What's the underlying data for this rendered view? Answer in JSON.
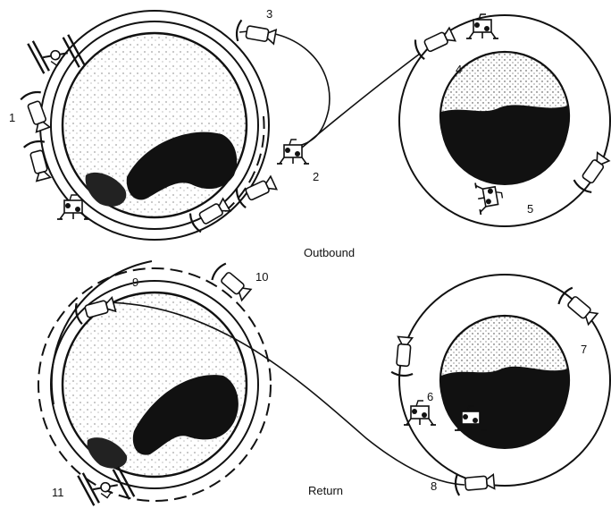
{
  "captions": {
    "outbound": "Outbound",
    "return": "Return"
  },
  "labels": {
    "s1": "1",
    "s2": "2",
    "s3": "3",
    "s4": "4",
    "s5": "5",
    "s6": "6",
    "s7": "7",
    "s8": "8",
    "s9": "9",
    "s10": "10",
    "s11": "11"
  },
  "colors": {
    "ink": "#111111",
    "paper": "#ffffff"
  },
  "icons": [
    "earth-icon",
    "moon-icon",
    "transfer-vehicle-icon",
    "lander-icon",
    "space-station-icon"
  ]
}
